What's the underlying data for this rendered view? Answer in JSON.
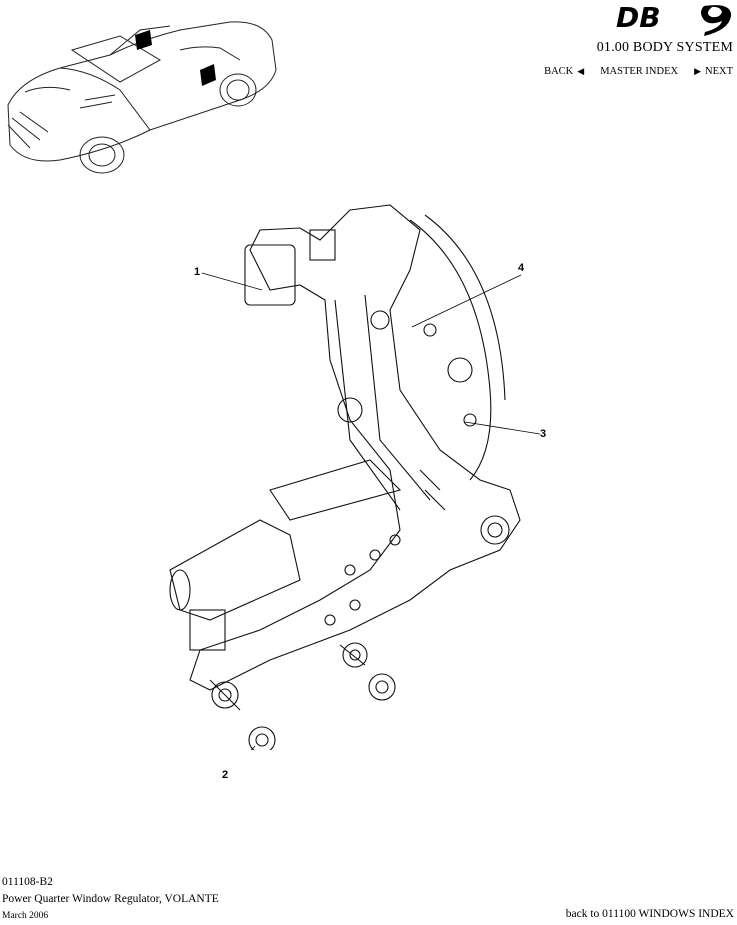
{
  "header": {
    "logo_text": "DB9",
    "section_title": "01.00 BODY SYSTEM",
    "nav": {
      "back": "BACK",
      "master_index": "MASTER INDEX",
      "next": "NEXT"
    }
  },
  "callouts": [
    "1",
    "2",
    "3",
    "4"
  ],
  "footer": {
    "code": "011108-B2",
    "title": "Power Quarter Window Regulator, VOLANTE",
    "date": "March 2006",
    "back_link": "back to 011100 WINDOWS INDEX"
  }
}
